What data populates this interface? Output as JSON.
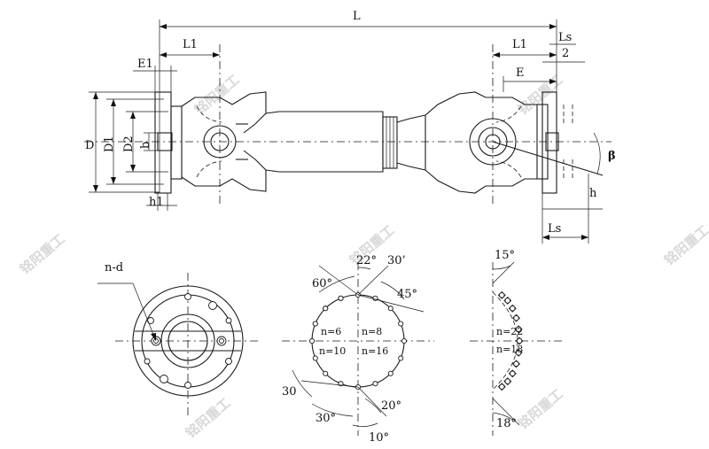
{
  "labels": {
    "L": "L",
    "L1_left": "L1",
    "L1_right": "L1",
    "Ls_half_num": "Ls",
    "Ls_half_den": "2",
    "E1": "E1",
    "E": "E",
    "D": "D",
    "D1": "D1",
    "D2": "D2",
    "b": "b",
    "h1": "h1",
    "h": "h",
    "Ls": "Ls",
    "beta": "β",
    "nd": "n-d"
  },
  "pattern_middle": {
    "n6": "n=6",
    "n8": "n=8",
    "n10": "n=10",
    "n16": "n=16",
    "a22": "22°",
    "a30p": "30’",
    "a60": "60°",
    "a45": "45°",
    "a30_left": "30",
    "a30_bottom": "30°",
    "a20": "20°",
    "a10": "10°"
  },
  "pattern_right": {
    "n22": "n=22",
    "n18": "n=18",
    "a15": "15°",
    "a18": "18°"
  },
  "watermark": {
    "text": "铭阳重工"
  }
}
